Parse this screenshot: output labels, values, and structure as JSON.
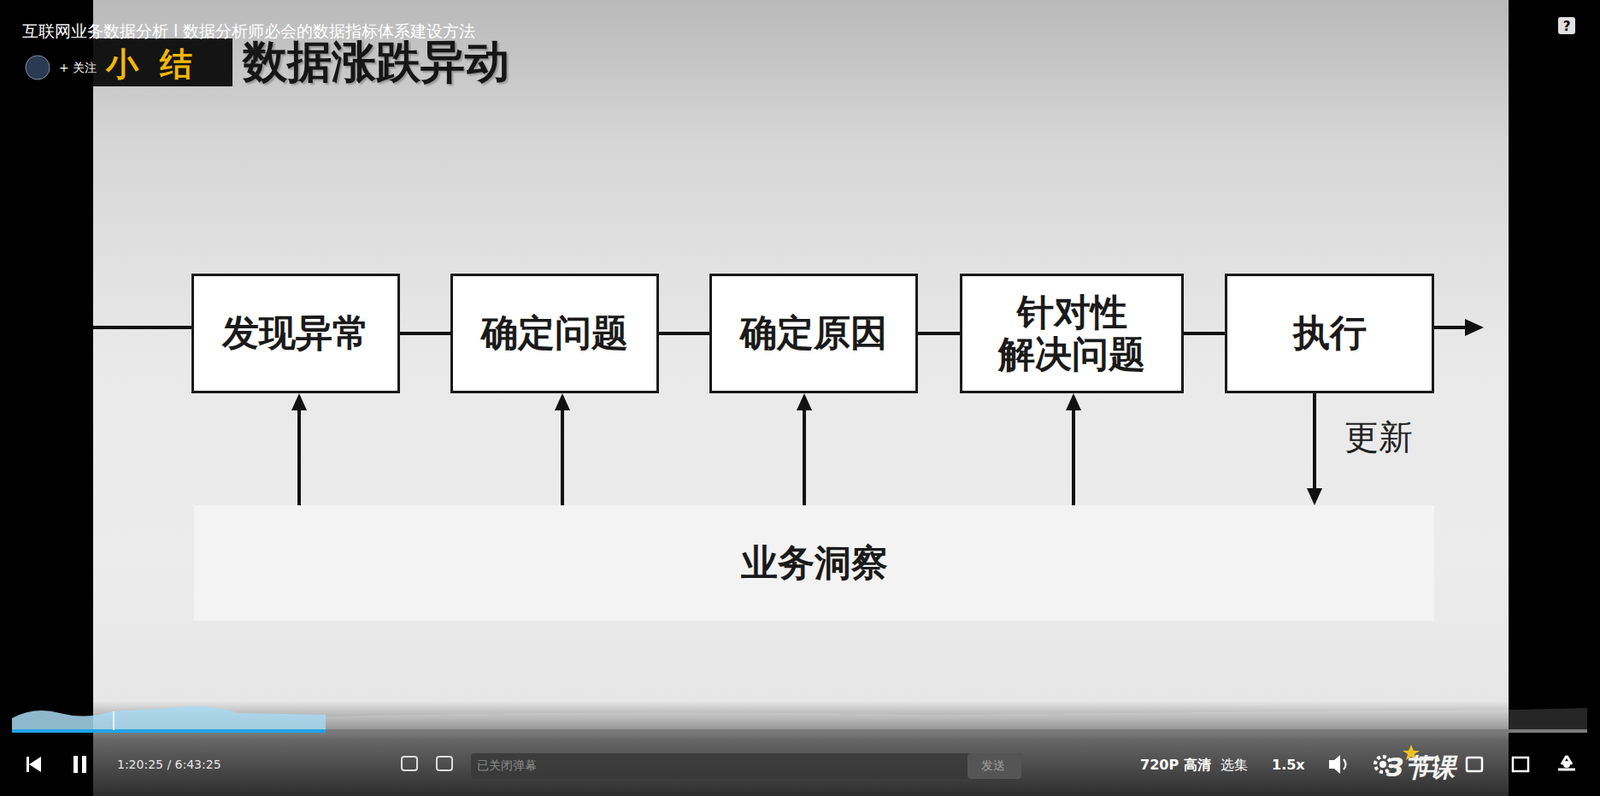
{
  "diagram": {
    "title": "数据涨跌异动",
    "nodes": [
      {
        "text": [
          "发现异常"
        ]
      },
      {
        "text": [
          "确定问题"
        ]
      },
      {
        "text": [
          "确定原因"
        ]
      },
      {
        "text": [
          "针对性 解决问题"
        ]
      },
      {
        "text": [
          "执行"
        ]
      },
      {
        "text": [
          "业务洞察"
        ]
      }
    ],
    "edges": [
      {
        "from": 0,
        "to": 1,
        "arrow": "none"
      },
      {
        "from": 1,
        "to": 2,
        "arrow": "none"
      },
      {
        "from": 2,
        "to": 3,
        "arrow": "none"
      },
      {
        "from": 3,
        "to": 4,
        "arrow": "none"
      },
      {
        "from": 5,
        "to": 0,
        "arrow": "to"
      },
      {
        "from": 5,
        "to": 1,
        "arrow": "to"
      },
      {
        "from": 5,
        "to": 2,
        "arrow": "to"
      },
      {
        "from": 5,
        "to": 3,
        "arrow": "to"
      },
      {
        "from": 4,
        "to": 5,
        "label": "更新",
        "arrow": "to"
      }
    ],
    "labels": [
      "互联网业务数据分析 l 数据分析师必会的数据指标体系建设方法",
      "+ 关注",
      "小 结",
      "3节课",
      "1:20:25 / 6:43:25",
      "已关闭弹幕",
      "发送",
      "720P 高清",
      "选集",
      "1.5x"
    ]
  }
}
